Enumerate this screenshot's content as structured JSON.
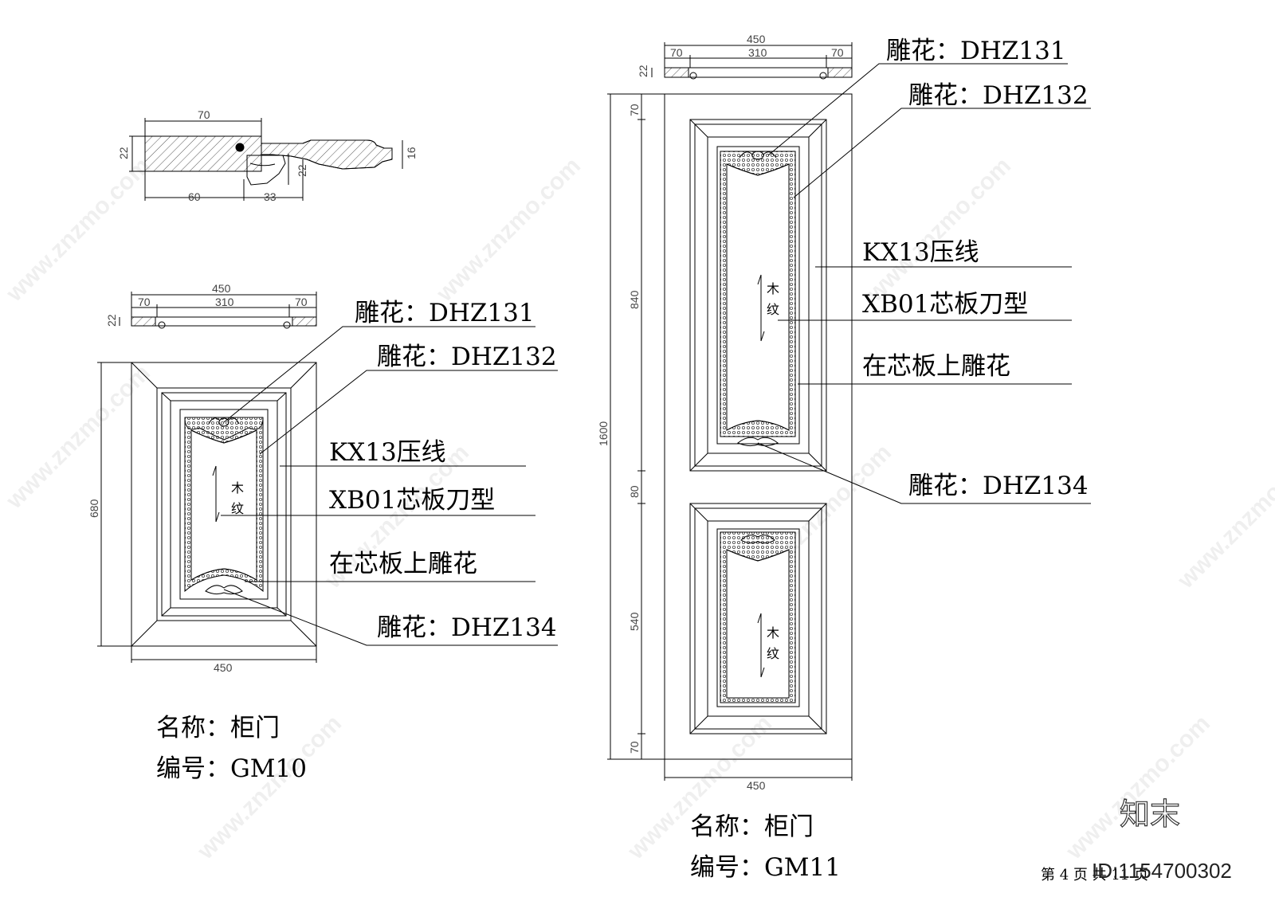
{
  "left_door": {
    "labels": {
      "carving_top": "雕花：DHZ131",
      "carving_frame": "雕花：DHZ132",
      "moulding": "KX13压线",
      "panel_profile": "XB01芯板刀型",
      "panel_carving": "在芯板上雕花",
      "carving_bottom": "雕花：DHZ134"
    },
    "section_dims": {
      "top": "70",
      "left_h": "22",
      "bottom_left": "60",
      "bottom_right": "33",
      "mid_h": "22",
      "right_h": "16"
    },
    "plan_dims": {
      "overall": "450",
      "stile_left": "70",
      "panel": "310",
      "stile_right": "70",
      "thickness": "22"
    },
    "elev_dims": {
      "height": "680",
      "width": "450"
    },
    "grain": [
      "木",
      "纹"
    ],
    "name": "名称：柜门",
    "code": "编号：GM10"
  },
  "right_door": {
    "labels": {
      "carving_top": "雕花：DHZ131",
      "carving_frame": "雕花：DHZ132",
      "moulding": "KX13压线",
      "panel_profile": "XB01芯板刀型",
      "panel_carving": "在芯板上雕花",
      "carving_bottom": "雕花：DHZ134"
    },
    "plan_dims": {
      "overall": "450",
      "stile_left": "70",
      "panel": "310",
      "stile_right": "70",
      "thickness": "22"
    },
    "elev_dims": {
      "total": "1600",
      "top_rail": "70",
      "upper_panel": "840",
      "mid_rail": "80",
      "lower_panel": "540",
      "bottom_rail": "70",
      "width": "450"
    },
    "grain_upper": [
      "木",
      "纹"
    ],
    "grain_lower": [
      "木",
      "纹"
    ],
    "name": "名称：柜门",
    "code": "编号：GM11"
  },
  "footer": {
    "page": "第 4 页 共 11 页",
    "id": "ID:1154700302",
    "logo": "知末"
  },
  "watermark": "www.znzmo.com"
}
